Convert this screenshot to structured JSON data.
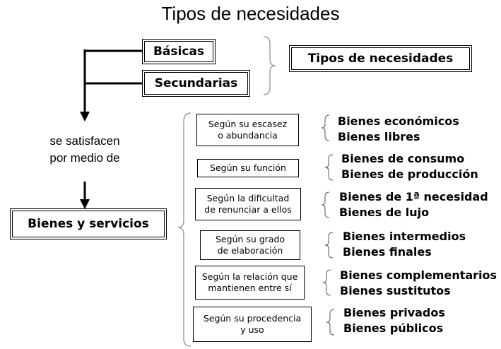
{
  "title": "Tipos de necesidades",
  "needs": {
    "basic": "Básicas",
    "secondary": "Secundarias",
    "types_box": "Tipos de necesidades"
  },
  "satisfied_by": "se satisfacen\npor medio de",
  "goods_services": "Bienes y servicios",
  "criteria": [
    {
      "label": "Según su escasez\no abundancia",
      "items": [
        "Bienes económicos",
        "Bienes libres"
      ]
    },
    {
      "label": "Según su función",
      "items": [
        "Bienes de consumo",
        "Bienes de producción"
      ]
    },
    {
      "label": "Según la dificultad\nde renunciar a ellos",
      "items": [
        "Bienes de 1ª necesidad",
        "Bienes de lujo"
      ]
    },
    {
      "label": "Según su grado\nde elaboración",
      "items": [
        "Bienes intermedios",
        "Bienes finales"
      ]
    },
    {
      "label": "Según la relación que\nmantienen entre sí",
      "items": [
        "Bienes complementarios",
        "Bienes sustitutos"
      ]
    },
    {
      "label": "Según su procedencia\ny uso",
      "items": [
        "Bienes privados",
        "Bienes públicos"
      ]
    }
  ]
}
